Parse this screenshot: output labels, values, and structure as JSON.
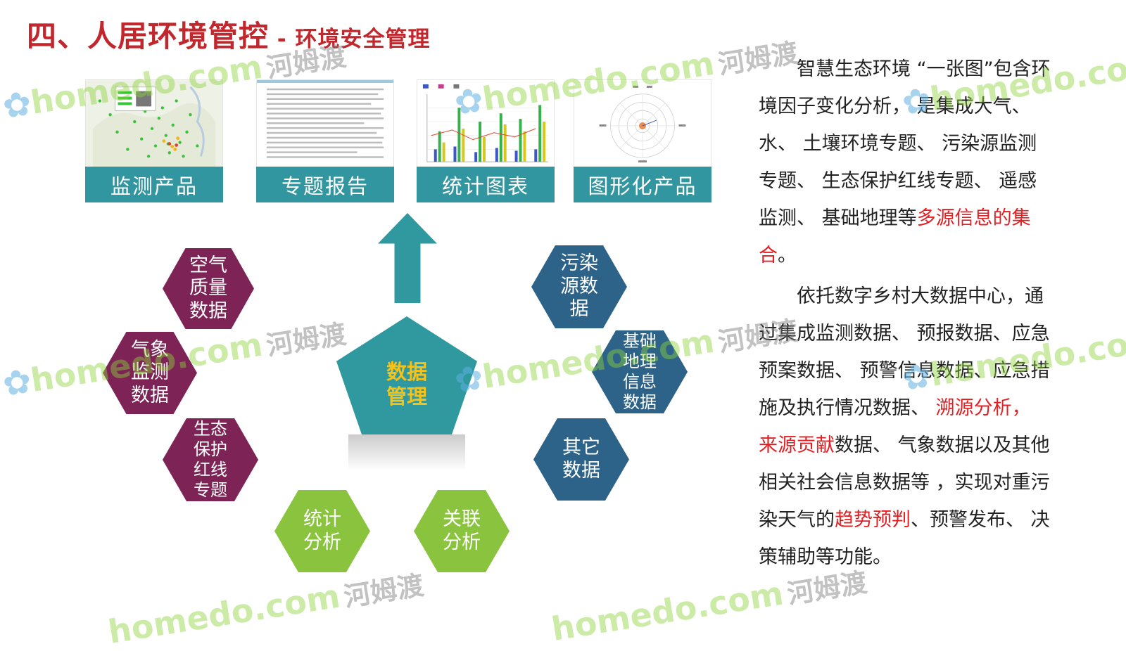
{
  "title": {
    "main": "四、人居环境管控",
    "sub": " - 环境安全管理"
  },
  "products": [
    {
      "label": "监测产品"
    },
    {
      "label": "专题报告"
    },
    {
      "label": "统计图表"
    },
    {
      "label": "图形化产品"
    }
  ],
  "center": {
    "label": "数据\n管理"
  },
  "data_sources": {
    "air": "空气\n质量\n数据",
    "weather": "气象\n监测\n数据",
    "ecology": "生态\n保护\n红线\n专题",
    "stats": "统计\n分析",
    "correlation": "关联\n分析",
    "pollution": "污染\n源数\n据",
    "geo": "基础\n地理\n信息\n数据",
    "other": "其它\n数据"
  },
  "description": {
    "p1_a": "智慧生态环境 “一张图”包含环境因子变化分析， 是集成大气、水、 土壤环境专题、 污染源监测专题、 生态保护红线专题、 遥感监测、 基础地理等",
    "p1_red": "多源信息的集合",
    "p1_b": "。",
    "p2_a": "依托数字乡村大数据中心，通过集成监测数据、 预报数据、应急预案数据、 预警信息数据、应急措施及执行情况数据、 ",
    "p2_red1": "溯源分析，",
    "p2_gap": " ",
    "p2_red2": "来源贡献",
    "p2_b": "数据、 气象数据以及其他相关社会信息数据等 ，实现对重污染天气的",
    "p2_red3": "趋势预判",
    "p2_c": "、预警发布、 决策辅助等功能。"
  },
  "watermark": {
    "latin": "homedo.com",
    "cjk": "河姆渡",
    "icon": "flower-icon"
  },
  "colors": {
    "title_red": "#c0282d",
    "teal": "#3296a0",
    "purple": "#7d2355",
    "blue": "#2d6388",
    "green": "#8ac43e",
    "accent_yellow": "#f5c21a",
    "text_red": "#e41f23"
  }
}
